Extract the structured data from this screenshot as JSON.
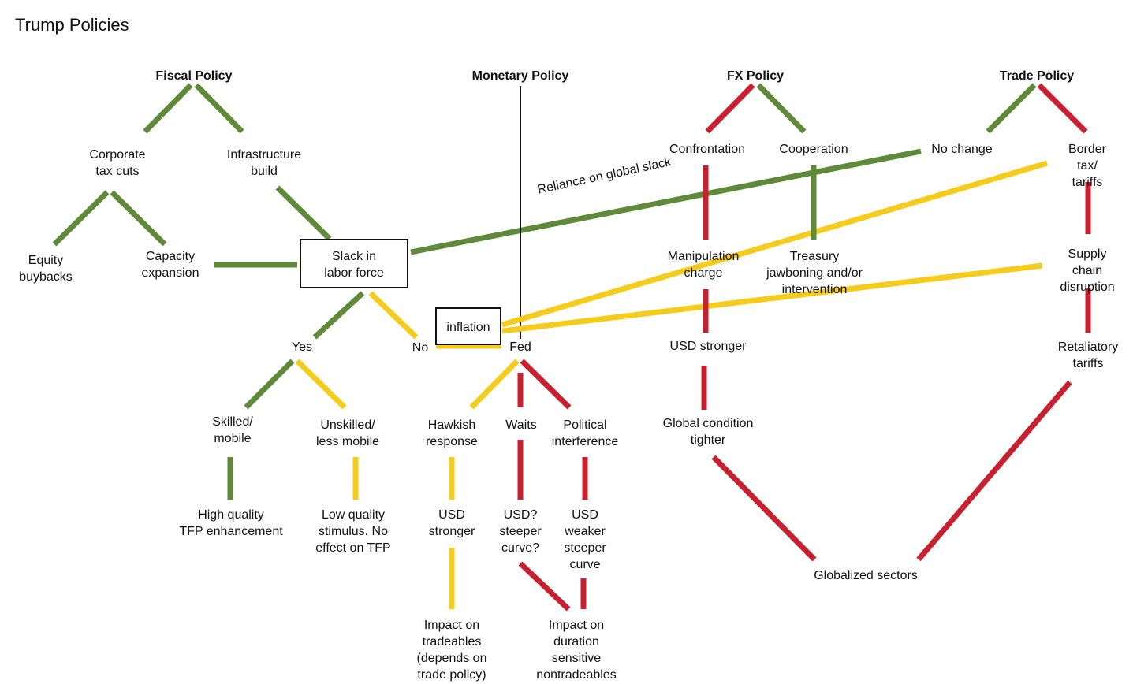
{
  "title": "Trump Policies",
  "colors": {
    "green": "#5f8a3a",
    "yellow": "#f5cc1c",
    "red": "#c8202f",
    "black": "#111111"
  },
  "headers": {
    "fiscal": "Fiscal Policy",
    "monetary": "Monetary Policy",
    "fx": "FX Policy",
    "trade": "Trade Policy"
  },
  "nodes": {
    "corporate_tax_cuts": "Corporate\ntax cuts",
    "infrastructure_build": "Infrastructure\nbuild",
    "equity_buybacks": "Equity\nbuybacks",
    "capacity_expansion": "Capacity\nexpansion",
    "slack_in_labor_force": "Slack in\nlabor force",
    "yes": "Yes",
    "no": "No",
    "inflation": "inflation",
    "fed": "Fed",
    "skilled_mobile": "Skilled/\nmobile",
    "unskilled_less_mobile": "Unskilled/\nless mobile",
    "high_quality_tfp": "High quality\nTFP enhancement",
    "low_quality_stimulus": "Low quality\nstimulus. No\neffect on TFP",
    "hawkish_response": "Hawkish\nresponse",
    "waits": "Waits",
    "political_interference": "Political\ninterference",
    "usd_stronger_monetary": "USD\nstronger",
    "usd_steeper_curve": "USD?\nsteeper\ncurve?",
    "usd_weaker_steeper_curve": "USD\nweaker\nsteeper\ncurve",
    "impact_on_tradeables": "Impact on\ntradeables\n(depends on\ntrade policy)",
    "impact_on_duration": "Impact on\nduration\nsensitive\nnontradeables",
    "confrontation": "Confrontation",
    "cooperation": "Cooperation",
    "manipulation_charge": "Manipulation\ncharge",
    "treasury_jawboning": "Treasury\njawboning and/or\nintervention",
    "usd_stronger_fx": "USD stronger",
    "global_condition_tighter": "Global condition\ntighter",
    "no_change": "No change",
    "border_tax_tariffs": "Border tax/\ntariffs",
    "supply_chain_disruption": "Supply chain\ndisruption",
    "retaliatory_tariffs": "Retaliatory\ntariffs",
    "globalized_sectors": "Globalized sectors"
  },
  "annotations": {
    "reliance_on_global_slack": "Reliance on global slack"
  },
  "links": [
    {
      "from": "fiscal",
      "to": "corporate_tax_cuts",
      "color": "green"
    },
    {
      "from": "fiscal",
      "to": "infrastructure_build",
      "color": "green"
    },
    {
      "from": "corporate_tax_cuts",
      "to": "equity_buybacks",
      "color": "green"
    },
    {
      "from": "corporate_tax_cuts",
      "to": "capacity_expansion",
      "color": "green"
    },
    {
      "from": "infrastructure_build",
      "to": "slack_in_labor_force",
      "color": "green"
    },
    {
      "from": "capacity_expansion",
      "to": "slack_in_labor_force",
      "color": "green"
    },
    {
      "from": "slack_in_labor_force",
      "to": "yes",
      "color": "green"
    },
    {
      "from": "slack_in_labor_force",
      "to": "no",
      "color": "yellow"
    },
    {
      "from": "slack_in_labor_force",
      "to": "no_change",
      "color": "green"
    },
    {
      "from": "yes",
      "to": "skilled_mobile",
      "color": "green"
    },
    {
      "from": "yes",
      "to": "unskilled_less_mobile",
      "color": "yellow"
    },
    {
      "from": "skilled_mobile",
      "to": "high_quality_tfp",
      "color": "green"
    },
    {
      "from": "unskilled_less_mobile",
      "to": "low_quality_stimulus",
      "color": "yellow"
    },
    {
      "from": "no",
      "to": "fed",
      "color": "yellow"
    },
    {
      "from": "monetary",
      "to": "fed",
      "color": "black"
    },
    {
      "from": "fed",
      "to": "hawkish_response",
      "color": "yellow"
    },
    {
      "from": "fed",
      "to": "waits",
      "color": "red"
    },
    {
      "from": "fed",
      "to": "political_interference",
      "color": "red"
    },
    {
      "from": "hawkish_response",
      "to": "usd_stronger_monetary",
      "color": "yellow"
    },
    {
      "from": "usd_stronger_monetary",
      "to": "impact_on_tradeables",
      "color": "yellow"
    },
    {
      "from": "waits",
      "to": "usd_steeper_curve",
      "color": "red"
    },
    {
      "from": "usd_steeper_curve",
      "to": "impact_on_duration",
      "color": "red"
    },
    {
      "from": "political_interference",
      "to": "usd_weaker_steeper_curve",
      "color": "red"
    },
    {
      "from": "usd_weaker_steeper_curve",
      "to": "impact_on_duration",
      "color": "red"
    },
    {
      "from": "inflation",
      "to": "border_tax_tariffs",
      "color": "yellow"
    },
    {
      "from": "inflation",
      "to": "supply_chain_disruption",
      "color": "yellow"
    },
    {
      "from": "fx",
      "to": "confrontation",
      "color": "red"
    },
    {
      "from": "fx",
      "to": "cooperation",
      "color": "green"
    },
    {
      "from": "confrontation",
      "to": "manipulation_charge",
      "color": "red"
    },
    {
      "from": "cooperation",
      "to": "treasury_jawboning",
      "color": "green"
    },
    {
      "from": "manipulation_charge",
      "to": "usd_stronger_fx",
      "color": "red"
    },
    {
      "from": "usd_stronger_fx",
      "to": "global_condition_tighter",
      "color": "red"
    },
    {
      "from": "global_condition_tighter",
      "to": "globalized_sectors",
      "color": "red"
    },
    {
      "from": "trade",
      "to": "no_change",
      "color": "green"
    },
    {
      "from": "trade",
      "to": "border_tax_tariffs",
      "color": "red"
    },
    {
      "from": "border_tax_tariffs",
      "to": "supply_chain_disruption",
      "color": "red"
    },
    {
      "from": "supply_chain_disruption",
      "to": "retaliatory_tariffs",
      "color": "red"
    },
    {
      "from": "retaliatory_tariffs",
      "to": "globalized_sectors",
      "color": "red"
    }
  ]
}
